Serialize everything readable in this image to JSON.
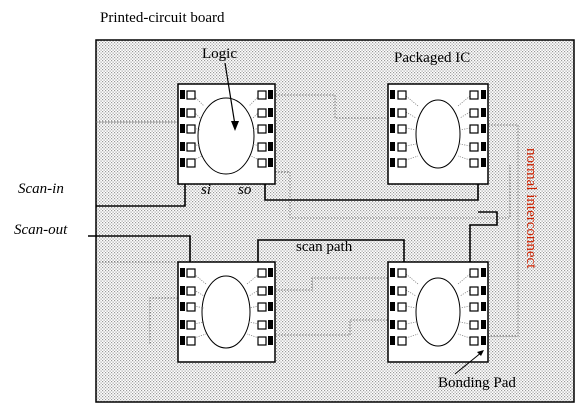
{
  "labels": {
    "board": "Printed-circuit board",
    "logic": "Logic",
    "packaged_ic": "Packaged IC",
    "scan_in": "Scan-in",
    "scan_out": "Scan-out",
    "si": "si",
    "so": "so",
    "scan_path": "scan path",
    "normal_interconnect": "normal interconnect",
    "bonding_pad": "Bonding Pad"
  },
  "colors": {
    "board_fill": "#d8d8d8",
    "annotation_red": "#cc2200"
  }
}
